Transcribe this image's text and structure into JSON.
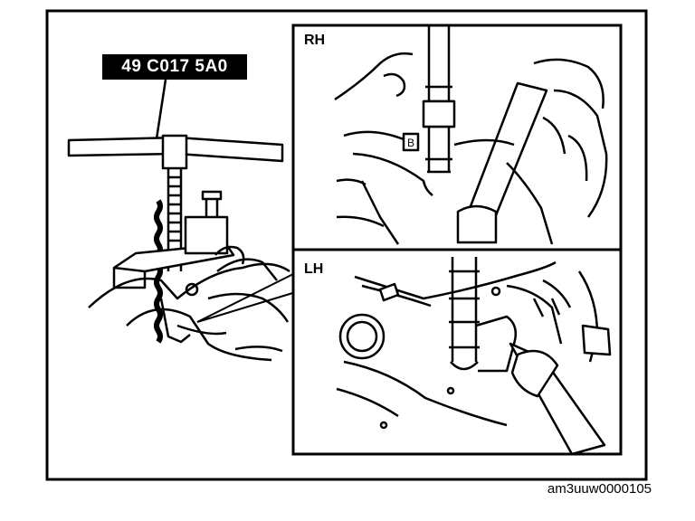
{
  "figure": {
    "tool_label": "49 C017 5A0",
    "views": {
      "rh": "RH",
      "lh": "LH"
    },
    "figure_code": "am3uuw0000105"
  }
}
